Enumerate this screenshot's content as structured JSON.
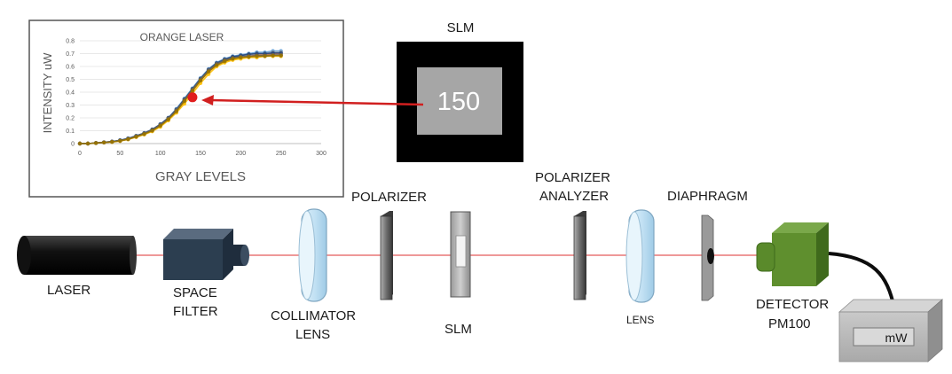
{
  "inset_chart": {
    "chart_data": {
      "type": "line",
      "title": "ORANGE LASER",
      "xlabel": "GRAY LEVELS",
      "ylabel": "INTENSITY uW",
      "xlim": [
        0,
        300
      ],
      "ylim": [
        0,
        0.8
      ],
      "x_ticks": [
        "0",
        "50",
        "100",
        "150",
        "200",
        "250",
        "300"
      ],
      "y_ticks": [
        "0",
        "0.1",
        "0.2",
        "0.3",
        "0.4",
        "0.5",
        "0.6",
        "0.7",
        "0.8"
      ],
      "grid": true,
      "x": [
        0,
        10,
        20,
        30,
        40,
        50,
        60,
        70,
        80,
        90,
        100,
        110,
        120,
        130,
        140,
        150,
        160,
        170,
        180,
        190,
        200,
        210,
        220,
        230,
        240,
        250
      ],
      "series": [
        {
          "color": "#5b9bd5",
          "values": [
            0,
            0,
            0.005,
            0.01,
            0.015,
            0.025,
            0.04,
            0.06,
            0.08,
            0.11,
            0.15,
            0.2,
            0.27,
            0.35,
            0.43,
            0.51,
            0.58,
            0.63,
            0.66,
            0.68,
            0.69,
            0.7,
            0.71,
            0.71,
            0.72,
            0.72
          ]
        },
        {
          "color": "#ed7d31",
          "values": [
            0,
            0,
            0.005,
            0.01,
            0.015,
            0.02,
            0.035,
            0.055,
            0.075,
            0.1,
            0.14,
            0.19,
            0.25,
            0.33,
            0.41,
            0.49,
            0.56,
            0.61,
            0.64,
            0.66,
            0.67,
            0.68,
            0.69,
            0.69,
            0.7,
            0.7
          ]
        },
        {
          "color": "#a5a5a5",
          "values": [
            0,
            0,
            0.004,
            0.008,
            0.014,
            0.022,
            0.036,
            0.056,
            0.078,
            0.105,
            0.145,
            0.195,
            0.26,
            0.34,
            0.42,
            0.5,
            0.57,
            0.62,
            0.65,
            0.67,
            0.68,
            0.69,
            0.7,
            0.7,
            0.71,
            0.71
          ]
        },
        {
          "color": "#ffc000",
          "values": [
            0,
            0,
            0.004,
            0.008,
            0.012,
            0.02,
            0.032,
            0.05,
            0.07,
            0.095,
            0.13,
            0.18,
            0.24,
            0.31,
            0.39,
            0.47,
            0.54,
            0.6,
            0.63,
            0.65,
            0.66,
            0.67,
            0.67,
            0.68,
            0.68,
            0.68
          ]
        },
        {
          "color": "#264478",
          "values": [
            0,
            0,
            0.005,
            0.01,
            0.016,
            0.026,
            0.04,
            0.06,
            0.082,
            0.11,
            0.15,
            0.2,
            0.265,
            0.345,
            0.425,
            0.505,
            0.575,
            0.625,
            0.655,
            0.675,
            0.685,
            0.695,
            0.7,
            0.7,
            0.705,
            0.705
          ]
        },
        {
          "color": "#636363",
          "values": [
            0,
            0,
            0.004,
            0.009,
            0.014,
            0.023,
            0.037,
            0.057,
            0.079,
            0.106,
            0.146,
            0.196,
            0.26,
            0.34,
            0.42,
            0.5,
            0.57,
            0.62,
            0.65,
            0.665,
            0.675,
            0.68,
            0.685,
            0.685,
            0.69,
            0.69
          ]
        },
        {
          "color": "#997300",
          "values": [
            0,
            0,
            0.004,
            0.008,
            0.013,
            0.021,
            0.034,
            0.053,
            0.074,
            0.1,
            0.138,
            0.188,
            0.25,
            0.33,
            0.41,
            0.49,
            0.56,
            0.61,
            0.64,
            0.66,
            0.67,
            0.675,
            0.68,
            0.68,
            0.685,
            0.685
          ]
        }
      ],
      "highlight": {
        "x": 140,
        "y": 0.36,
        "color": "#e11d1d"
      }
    }
  },
  "slm_display": {
    "title": "SLM",
    "value": "150"
  },
  "components": {
    "laser": "LASER",
    "space_filter_1": "SPACE",
    "space_filter_2": "FILTER",
    "collimator_1": "COLLIMATOR",
    "collimator_2": "LENS",
    "polarizer": "POLARIZER",
    "slm": "SLM",
    "analyzer_1": "POLARIZER",
    "analyzer_2": "ANALYZER",
    "lens": "LENS",
    "diaphragm": "DIAPHRAGM",
    "detector_1": "DETECTOR",
    "detector_2": "PM100",
    "meter_unit": "mW"
  },
  "colors": {
    "beam": "#e35b5b",
    "arrow": "#d11f1f",
    "detector": "#5f8f2e",
    "filter": "#2c3e50"
  }
}
